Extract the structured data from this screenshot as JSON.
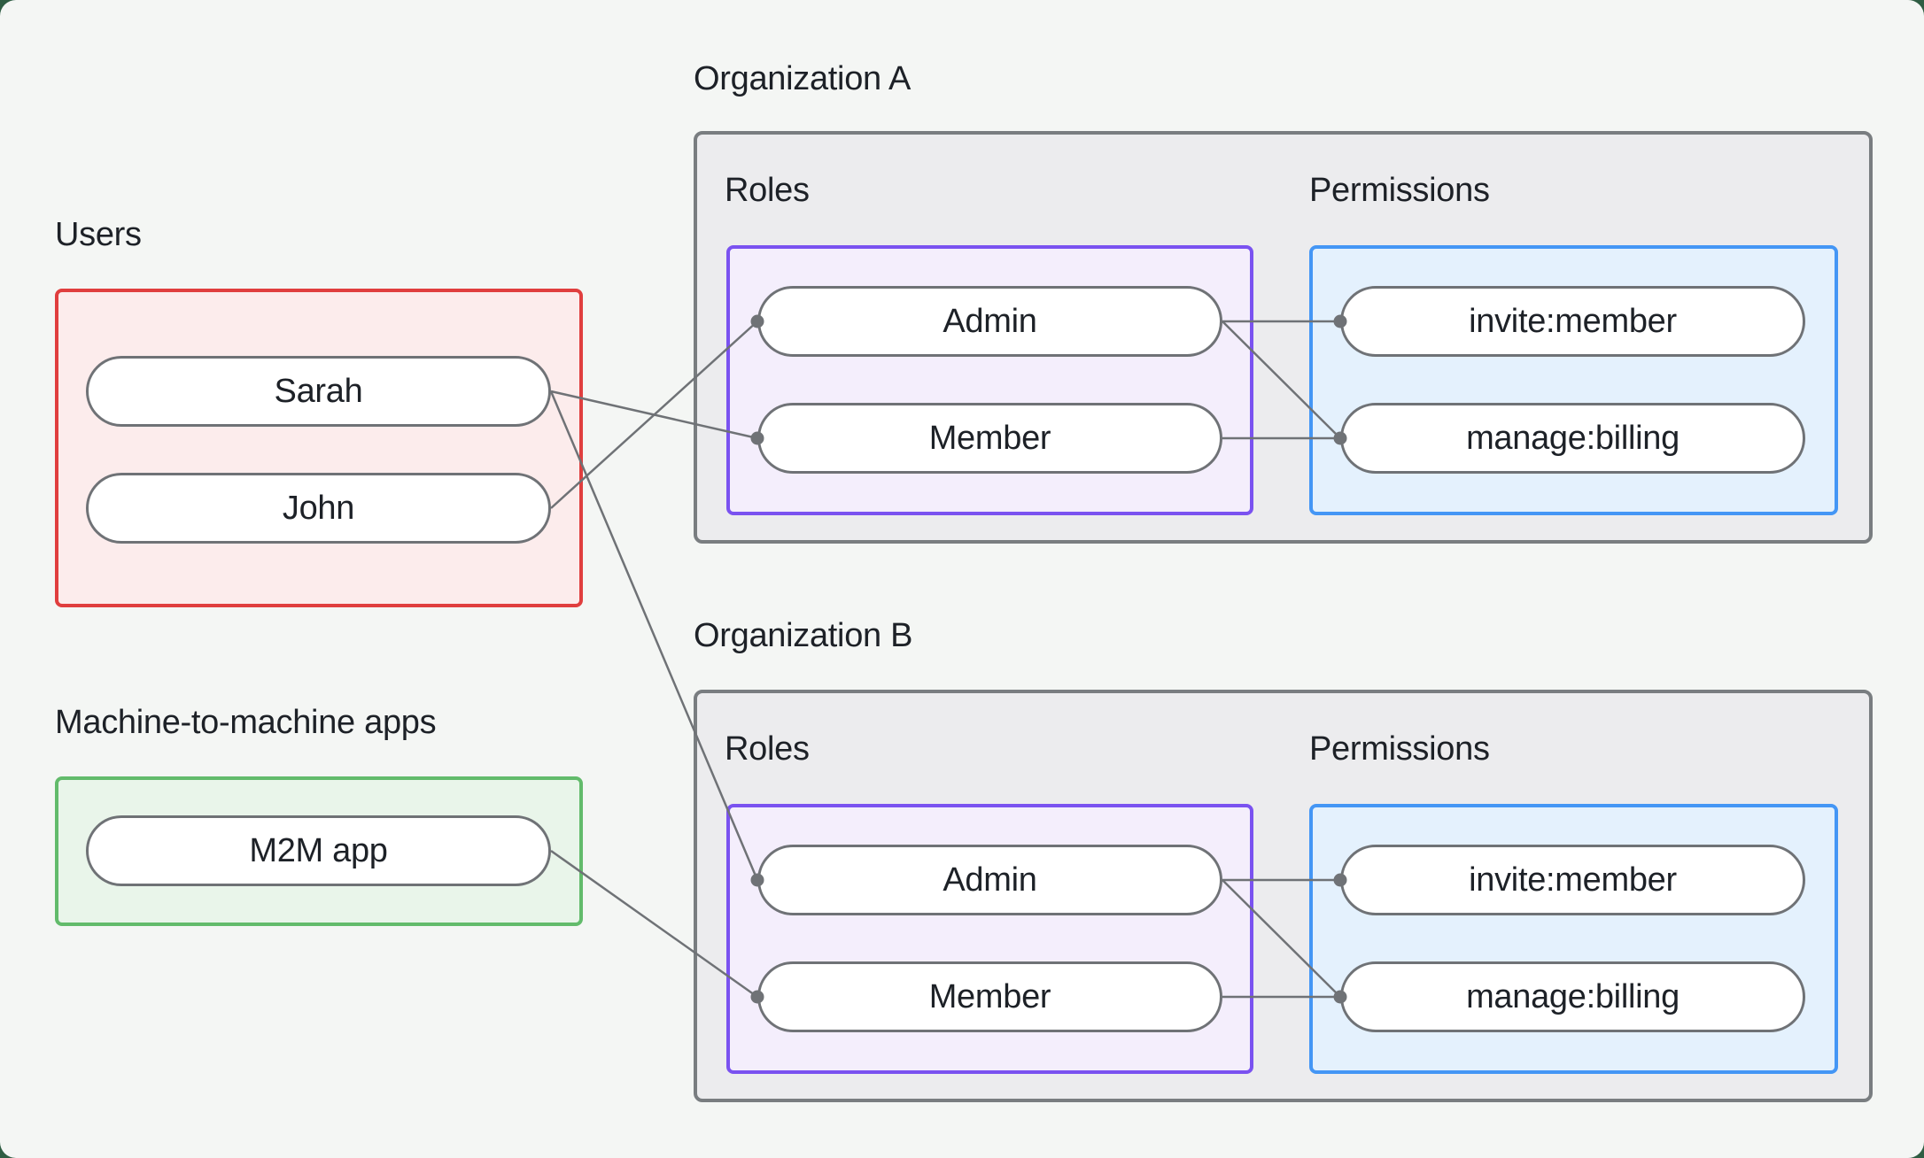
{
  "diagram": {
    "users": {
      "label": "Users",
      "items": [
        "Sarah",
        "John"
      ]
    },
    "m2m": {
      "label": "Machine-to-machine apps",
      "items": [
        "M2M app"
      ]
    },
    "org_a": {
      "title": "Organization A",
      "roles_label": "Roles",
      "permissions_label": "Permissions",
      "roles": [
        "Admin",
        "Member"
      ],
      "permissions": [
        "invite:member",
        "manage:billing"
      ]
    },
    "org_b": {
      "title": "Organization B",
      "roles_label": "Roles",
      "permissions_label": "Permissions",
      "roles": [
        "Admin",
        "Member"
      ],
      "permissions": [
        "invite:member",
        "manage:billing"
      ]
    },
    "edges": [
      {
        "from": "user-sarah",
        "to": "org-a-role-member"
      },
      {
        "from": "user-john",
        "to": "org-a-role-admin"
      },
      {
        "from": "user-sarah",
        "to": "org-b-role-admin"
      },
      {
        "from": "m2m-app",
        "to": "org-b-role-member"
      },
      {
        "from": "org-a-role-admin",
        "to": "org-a-permission-invite-member"
      },
      {
        "from": "org-a-role-admin",
        "to": "org-a-permission-manage-billing"
      },
      {
        "from": "org-a-role-member",
        "to": "org-a-permission-manage-billing"
      },
      {
        "from": "org-b-role-admin",
        "to": "org-b-permission-invite-member"
      },
      {
        "from": "org-b-role-admin",
        "to": "org-b-permission-manage-billing"
      },
      {
        "from": "org-b-role-member",
        "to": "org-b-permission-manage-billing"
      }
    ],
    "colors": {
      "page_background": "#2f5d43",
      "canvas_background": "#f4f6f4",
      "users_border": "#e03e3e",
      "users_fill": "#fcecec",
      "m2m_border": "#62bb6b",
      "m2m_fill": "#e9f5ea",
      "org_border": "#797d80",
      "org_fill": "#ececee",
      "roles_border": "#7a52f0",
      "roles_fill": "#f4eefc",
      "permissions_border": "#4496f5",
      "permissions_fill": "#e4f1fd",
      "node_border": "#6f7276",
      "node_fill": "#ffffff",
      "edge_color": "#6f7276",
      "text_color": "#1d2127"
    }
  }
}
